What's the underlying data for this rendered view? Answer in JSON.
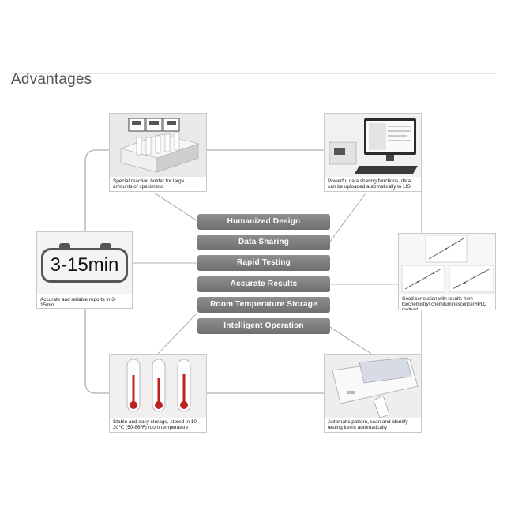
{
  "page": {
    "title": "Advantages"
  },
  "features": [
    {
      "label": "Humanized Design"
    },
    {
      "label": "Data Sharing"
    },
    {
      "label": "Rapid Testing"
    },
    {
      "label": "Accurate Results"
    },
    {
      "label": "Room Temperature Storage"
    },
    {
      "label": "Intelligent Operation"
    }
  ],
  "cards": {
    "top_left": {
      "caption": "Special reaction holder for large amounts of specimens"
    },
    "top_right": {
      "caption": "Powerful data sharing functions, data can be uploaded automatically to LIS"
    },
    "mid_left": {
      "display": "3-15min",
      "caption": "Accurate and reliable reports in 3-15min"
    },
    "mid_right": {
      "caption": "Good correlation with results from biochemistry/ chemiluminescence/HPLC method"
    },
    "bottom_left": {
      "caption": "Stable and easy storage, stored in 10-30℃ (50-86℉) room temperature"
    },
    "bottom_right": {
      "caption": "Automatic pattern, scan and identify testing items automatically"
    }
  }
}
